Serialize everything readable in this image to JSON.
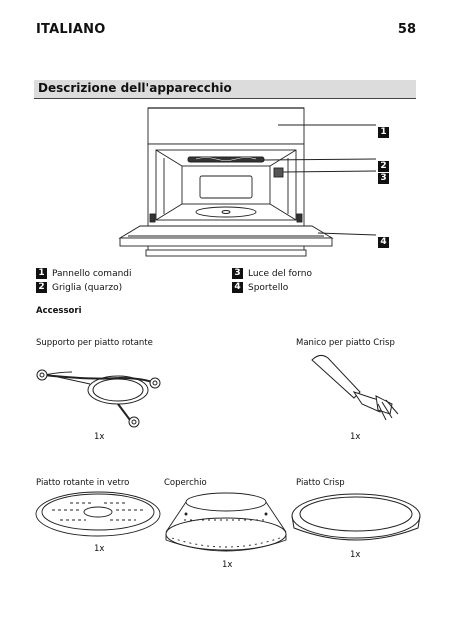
{
  "header": {
    "language": "ITALIANO",
    "page_number": "58"
  },
  "section": {
    "title": "Descrizione dell'apparecchio"
  },
  "callouts": [
    "1",
    "2",
    "3",
    "4"
  ],
  "legend": [
    {
      "num": "1",
      "label": "Pannello comandi"
    },
    {
      "num": "2",
      "label": "Griglia (quarzo)"
    },
    {
      "num": "3",
      "label": "Luce del forno"
    },
    {
      "num": "4",
      "label": "Sportello"
    }
  ],
  "accessories": {
    "heading": "Accessori",
    "items": [
      {
        "label": "Supporto per piatto rotante",
        "qty": "1x"
      },
      {
        "label": "Manico per piatto Crisp",
        "qty": "1x"
      },
      {
        "label": "Piatto rotante in vetro",
        "qty": "1x"
      },
      {
        "label": "Coperchio",
        "qty": "1x"
      },
      {
        "label": "Piatto Crisp",
        "qty": "1x"
      }
    ]
  }
}
